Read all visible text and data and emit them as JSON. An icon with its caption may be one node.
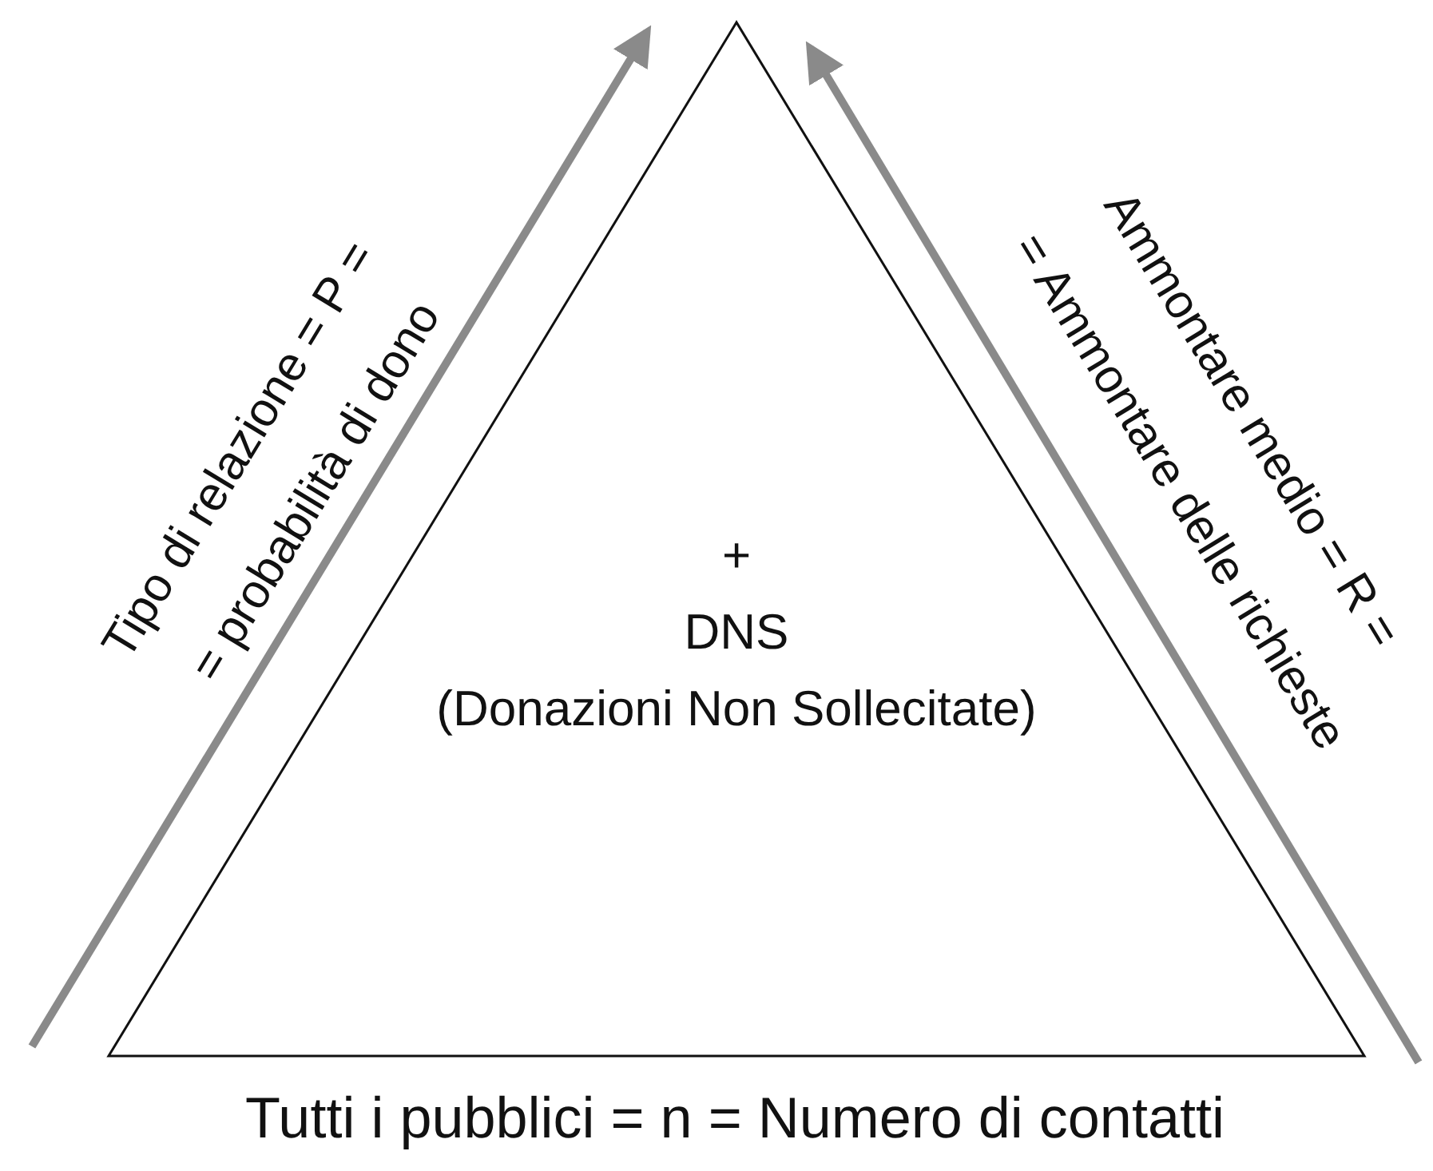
{
  "diagram": {
    "nodes": [
      {
        "text": [
          "+",
          "DNS",
          "(Donazioni Non Sollecitate)"
        ]
      }
    ],
    "labels": [
      "Tipo di relazione = P =",
      "= probabilità di dono",
      "Ammontare medio = R =",
      "= Ammontare delle richieste",
      "Tutti i pubblici = n = Numero di contatti"
    ]
  }
}
